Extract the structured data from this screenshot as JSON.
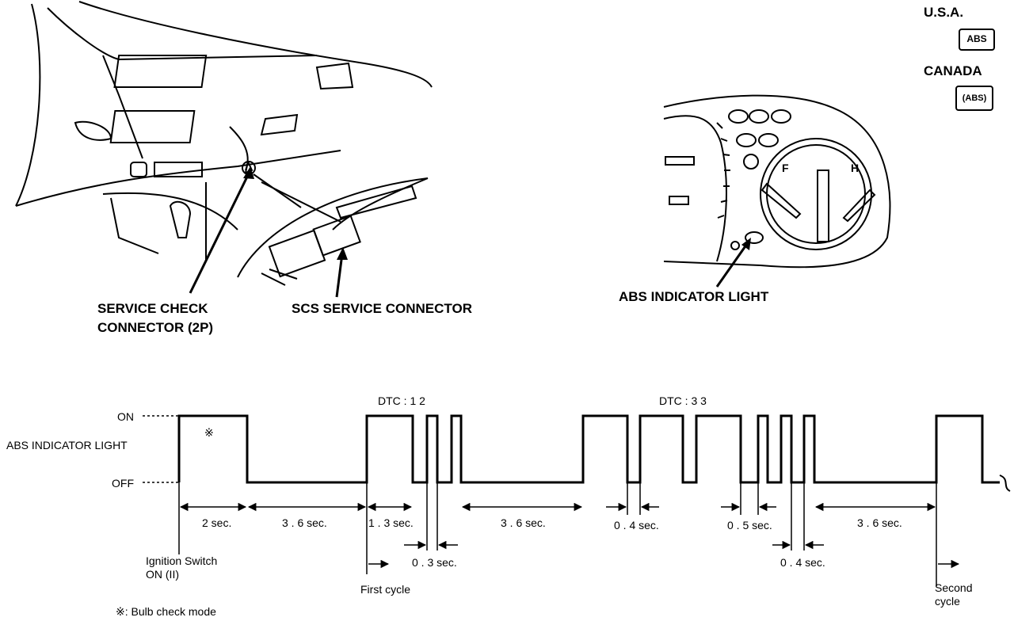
{
  "regions": {
    "usa": "U.S.A.",
    "canada": "CANADA",
    "usa_badge": "ABS",
    "canada_badge": "(ABS)"
  },
  "callouts": {
    "service_check_line1": "SERVICE CHECK",
    "service_check_line2": "CONNECTOR (2P)",
    "scs_connector": "SCS SERVICE CONNECTOR",
    "abs_light": "ABS INDICATOR LIGHT"
  },
  "gauges": {
    "fuel_letter": "F",
    "temp_letter": "H"
  },
  "timing": {
    "on_label": "ON",
    "off_label": "OFF",
    "row_label": "ABS INDICATOR LIGHT",
    "dtc1": "DTC : 1 2",
    "dtc2": "DTC : 3 3",
    "bulb_mark": "※",
    "footnote": "※: Bulb check mode",
    "durations": {
      "d_2": "2 sec.",
      "d_36a": "3 . 6 sec.",
      "d_13": "1 . 3 sec.",
      "d_03": "0 . 3 sec.",
      "d_36b": "3 . 6 sec.",
      "d_04a": "0 . 4 sec.",
      "d_05": "0 . 5 sec.",
      "d_04b": "0 . 4 sec.",
      "d_36c": "3 . 6 sec."
    },
    "ignition_line1": "Ignition Switch",
    "ignition_line2": "ON  (II)",
    "first_cycle": "First cycle",
    "second_cycle_line1": "Second",
    "second_cycle_line2": "cycle"
  }
}
